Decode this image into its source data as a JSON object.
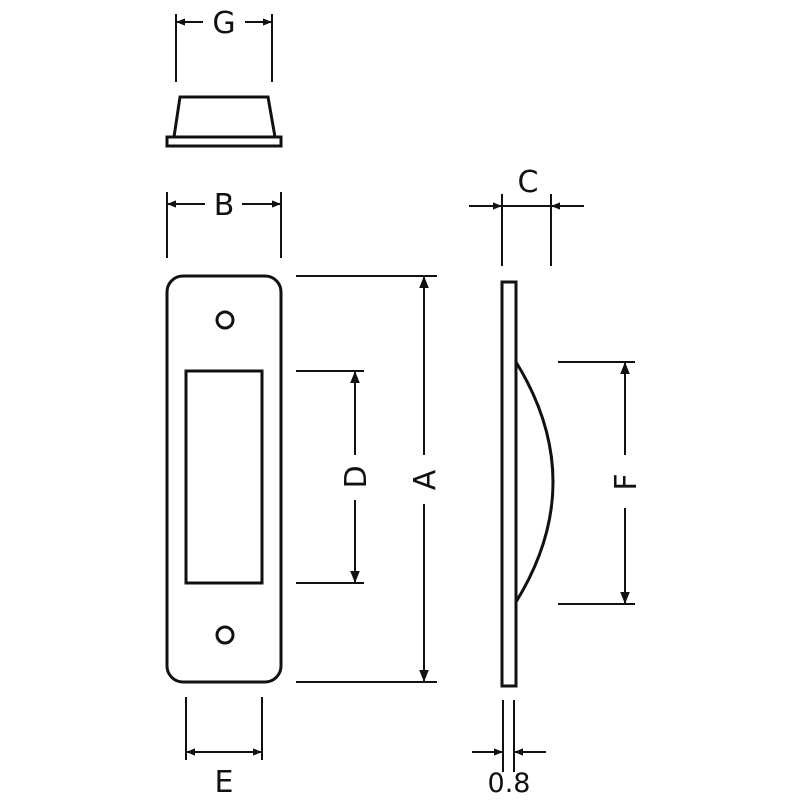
{
  "labels": {
    "G": "G",
    "B": "B",
    "C": "C",
    "D": "D",
    "A": "A",
    "F": "F",
    "E": "E",
    "thickness": "0.8"
  }
}
